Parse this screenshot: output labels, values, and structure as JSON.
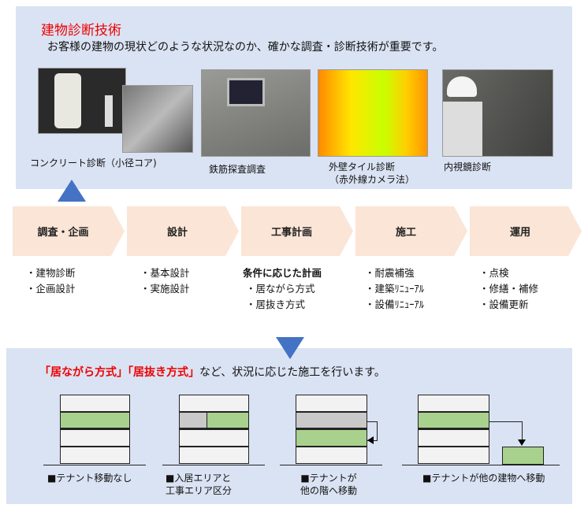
{
  "top": {
    "title": "建物診断技術",
    "subtitle": "お客様の建物の現状どのような状況なのか、確かな調査・診断技術が重要です。",
    "photos": [
      {
        "caption": "コンクリート診断（小径コア)"
      },
      {
        "caption": "鉄筋探査調査"
      },
      {
        "caption": "外壁タイル診断",
        "caption2": "（赤外線カメラ法）"
      },
      {
        "caption": "内視鏡診断"
      }
    ]
  },
  "steps": [
    {
      "label": "調査・企画",
      "items": [
        "・建物診断",
        "・企画設計"
      ]
    },
    {
      "label": "設計",
      "items": [
        "・基本設計",
        "・実施設計"
      ]
    },
    {
      "label": "工事計画",
      "heading": "条件に応じた計画",
      "items": [
        "・居ながら方式",
        "・居抜き方式"
      ]
    },
    {
      "label": "施工",
      "items": [
        "・耐震補強",
        "・建築ﾘﾆｭｰｱﾙ",
        "・設備ﾘﾆｭｰｱﾙ"
      ]
    },
    {
      "label": "運用",
      "items": [
        "・点検",
        "・修繕・補修",
        "・設備更新"
      ]
    }
  ],
  "bottom": {
    "red1": "「居ながら方式」",
    "red2": "「居抜き方式」",
    "rest": "など、状況に応じた施工を行います。",
    "cases": [
      {
        "label": "■テナント移動なし"
      },
      {
        "label": "■入居エリアと",
        "label2": "工事エリア区分"
      },
      {
        "label": "■テナントが",
        "label2": "他の階へ移動"
      },
      {
        "label": "■テナントが他の建物へ移動"
      }
    ]
  },
  "colors": {
    "panel": "#dae3f3",
    "chevron": "#fbe5d6",
    "green": "#a9d18e",
    "arrow": "#4472c4",
    "title": "#ee0000"
  }
}
